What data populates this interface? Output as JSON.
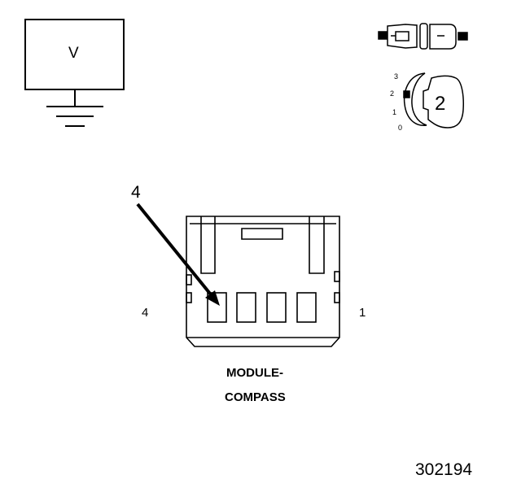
{
  "voltmeter": {
    "symbol": "V"
  },
  "ignition_switch": {
    "positions": [
      "3",
      "2",
      "1",
      "0"
    ],
    "selected": "2"
  },
  "connector": {
    "callout": "4",
    "pin_left": "4",
    "pin_right": "1",
    "name_line1": "MODULE-",
    "name_line2": "COMPASS"
  },
  "figure_number": "302194"
}
